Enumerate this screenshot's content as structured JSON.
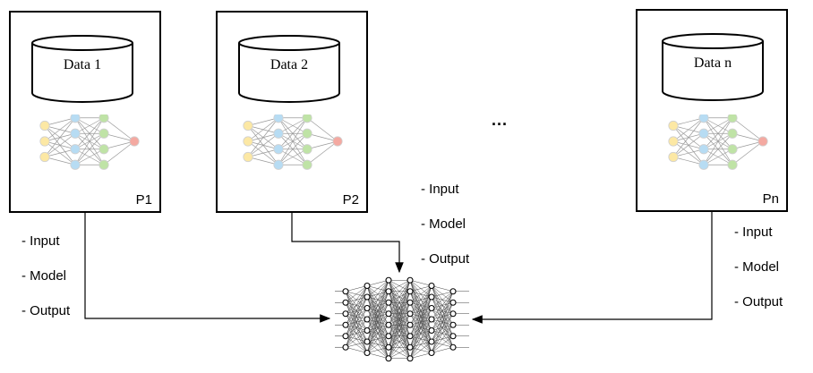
{
  "parties": [
    {
      "data_label": "Data 1",
      "party_label": "P1"
    },
    {
      "data_label": "Data 2",
      "party_label": "P2"
    },
    {
      "data_label": "Data n",
      "party_label": "Pn"
    }
  ],
  "ellipsis": "...",
  "annotations": [
    [
      "- Input",
      "- Model",
      "- Output"
    ],
    [
      "- Input",
      "- Model",
      "- Output"
    ],
    [
      "- Input",
      "- Model",
      "- Output"
    ]
  ],
  "colors": {
    "input_node": "#fce8a4",
    "hidden_node_1": "#b7dcf3",
    "hidden_node_2": "#bfe3a6",
    "output_node": "#f4a9a1",
    "line": "#000000"
  },
  "icons": {
    "database": "database-cylinder-icon",
    "local_network": "neural-network-icon",
    "global_network": "global-neural-network-icon"
  }
}
